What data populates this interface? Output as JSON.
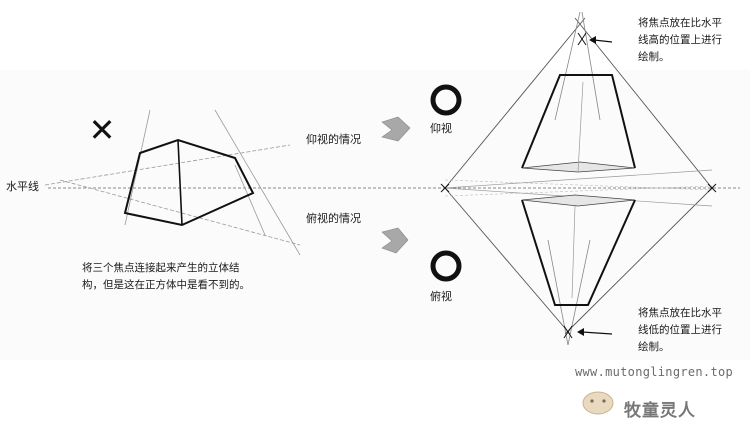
{
  "labels": {
    "horizon": "水平线",
    "look_up_case": "仰视的情况",
    "look_down_case": "俯视的情况",
    "look_up": "仰视",
    "look_down": "俯视",
    "note_left": [
      "将三个焦点连接起来产生的立体结",
      "构，但是这在正方体中是看不到的。"
    ],
    "note_top_right": [
      "将焦点放在比水平",
      "线高的位置上进行",
      "绘制。"
    ],
    "note_bottom_right": [
      "将焦点放在比水平",
      "线低的位置上进行",
      "绘制。"
    ]
  },
  "marks": {
    "wrong": "✕",
    "correct": "○"
  },
  "watermark": {
    "url": "www.mutonglingren.top",
    "name": "牧童灵人"
  },
  "colors": {
    "ink": "#111111",
    "guide": "#8a8a8a",
    "shade": "#d9d9d9",
    "arrow": "#9a9a9a",
    "background": "#ffffff"
  }
}
